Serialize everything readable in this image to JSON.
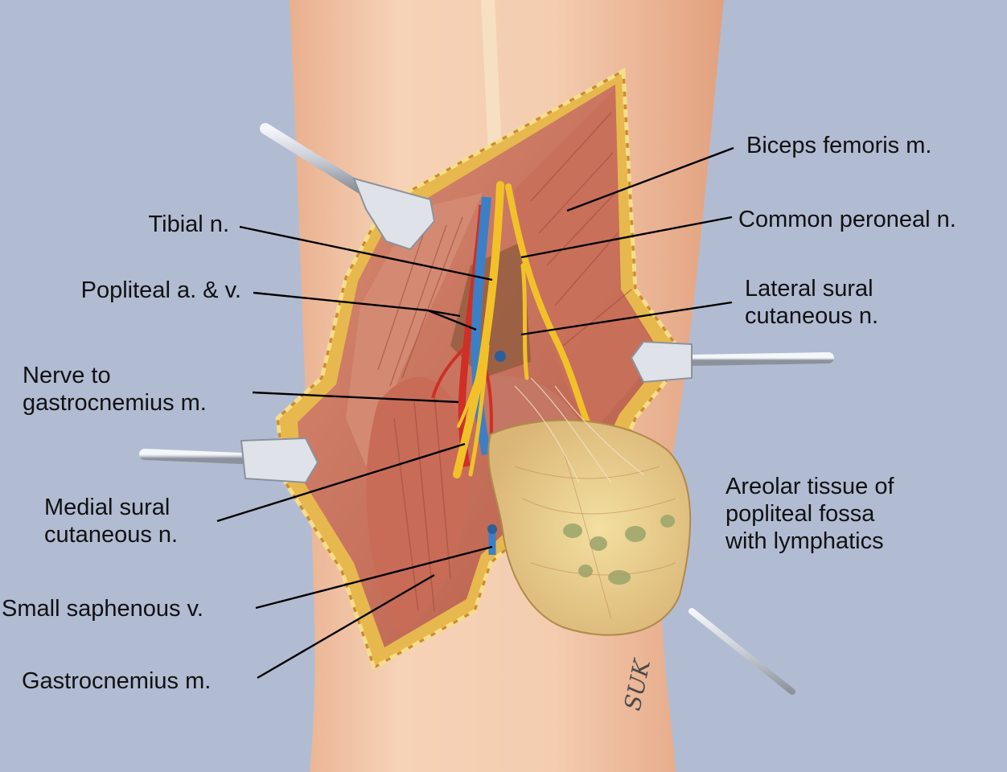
{
  "labels": {
    "biceps_femoris": "Biceps femoris m.",
    "common_peroneal": "Common peroneal n.",
    "lateral_sural_1": "Lateral sural",
    "lateral_sural_2": "cutaneous n.",
    "areolar_1": "Areolar tissue of",
    "areolar_2": "popliteal fossa",
    "areolar_3": "with lymphatics",
    "tibial": "Tibial n.",
    "popliteal": "Popliteal a. & v.",
    "nerve_gastroc_1": "Nerve to",
    "nerve_gastroc_2": "gastrocnemius m.",
    "medial_sural_1": "Medial sural",
    "medial_sural_2": "cutaneous n.",
    "small_saphenous": "Small saphenous v.",
    "gastrocnemius": "Gastrocnemius m."
  },
  "signature": "SUK",
  "colors": {
    "background": "#b1bcd3",
    "skin": "#f0c6a4",
    "muscle": "#c9735e",
    "fat": "#e7b84e",
    "nerve": "#f2c12a",
    "artery": "#cf2f26",
    "vein": "#3d7fc5",
    "retractor": "#d9dde4"
  }
}
